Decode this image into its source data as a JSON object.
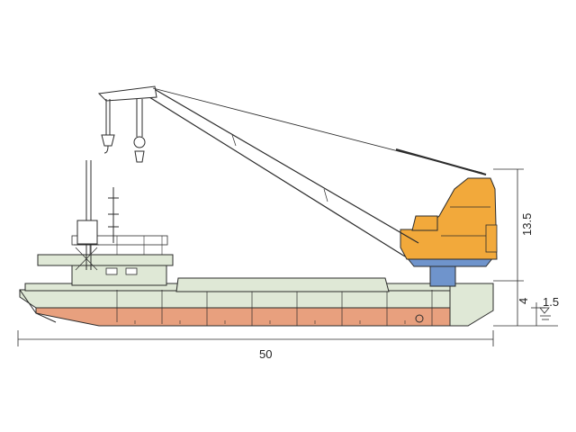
{
  "dimensions": {
    "overall_length": "50",
    "crane_height": "13.5",
    "hull_depth": "4",
    "draft": "1.5"
  },
  "colors": {
    "hull_upper": "#dfe8d6",
    "hull_lower": "#e8a07e",
    "crane_house": "#f2a93b",
    "crane_pedestal": "#6f94cc",
    "line": "#2b2b2b"
  }
}
